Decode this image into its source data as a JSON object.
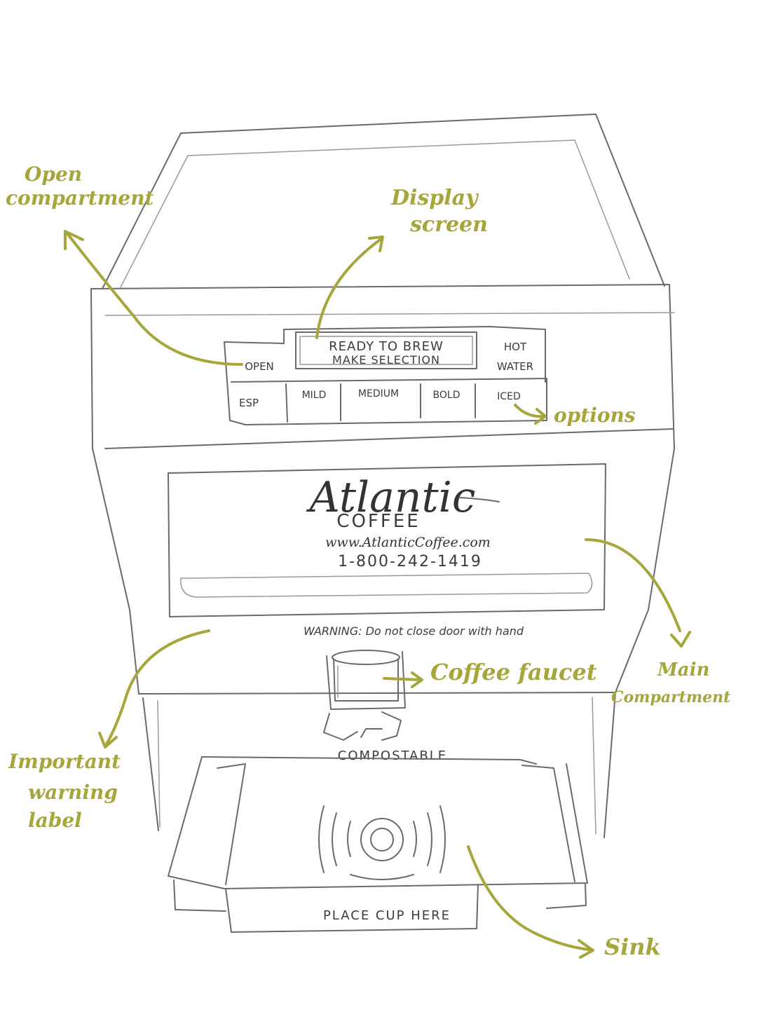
{
  "machine": {
    "display": {
      "line1": "READY TO BREW",
      "line2": "MAKE SELECTION"
    },
    "buttons": {
      "open": "OPEN",
      "hot_water_line1": "HOT",
      "hot_water_line2": "WATER",
      "esp": "ESP",
      "mild": "MILD",
      "medium": "MEDIUM",
      "bold": "BOLD",
      "iced": "ICED"
    },
    "brand": {
      "name": "Atlantic",
      "product": "COFFEE",
      "website": "www.AtlanticCoffee.com",
      "phone": "1-800-242-1419"
    },
    "warning": "WARNING: Do not close door with hand",
    "compostable": "COMPOSTABLE",
    "cup_label": "PLACE CUP HERE"
  },
  "annotations": {
    "open_compartment_line1": "Open",
    "open_compartment_line2": "compartment",
    "display_screen_line1": "Display",
    "display_screen_line2": "screen",
    "options": "options",
    "main_compartment_line1": "Main",
    "main_compartment_line2": "Compartment",
    "coffee_faucet": "Coffee faucet",
    "warning_label_line1": "Important",
    "warning_label_line2": "warning",
    "warning_label_line3": "label",
    "sink": "Sink"
  },
  "colors": {
    "annotation": "#a7a63a",
    "pencil": "#6a6a6a"
  }
}
